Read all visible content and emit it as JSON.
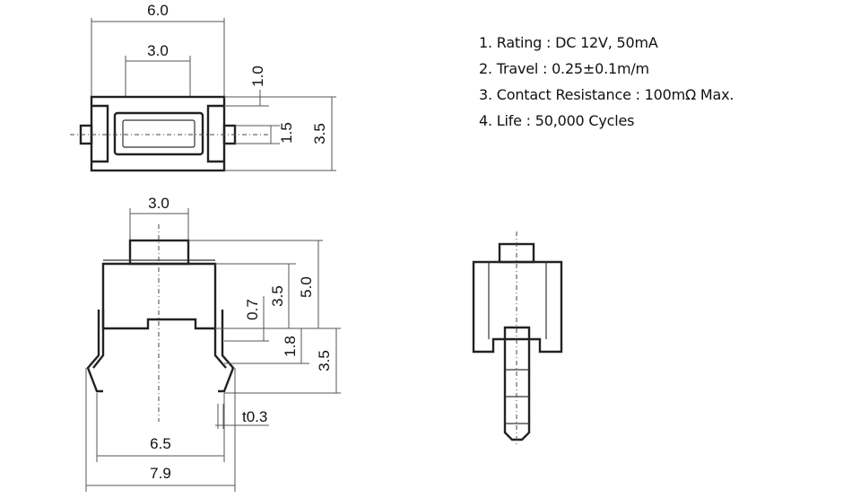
{
  "specs": [
    "1. Rating : DC 12V, 50mA",
    "2. Travel : 0.25±0.1m/m",
    "3. Contact Resistance : 100mΩ Max.",
    "4. Life : 50,000 Cycles"
  ],
  "top_view": {
    "width": "6.0",
    "actuator": "3.0",
    "offset": "1.0",
    "terminal": "1.5",
    "height": "3.5"
  },
  "front_view": {
    "actuator": "3.0",
    "total_height": "5.0",
    "body_height": "3.5",
    "d07": "0.7",
    "d18": "1.8",
    "lead_height": "3.5",
    "thickness": "t0.3",
    "pitch_inner": "6.5",
    "pitch_outer": "7.9"
  }
}
